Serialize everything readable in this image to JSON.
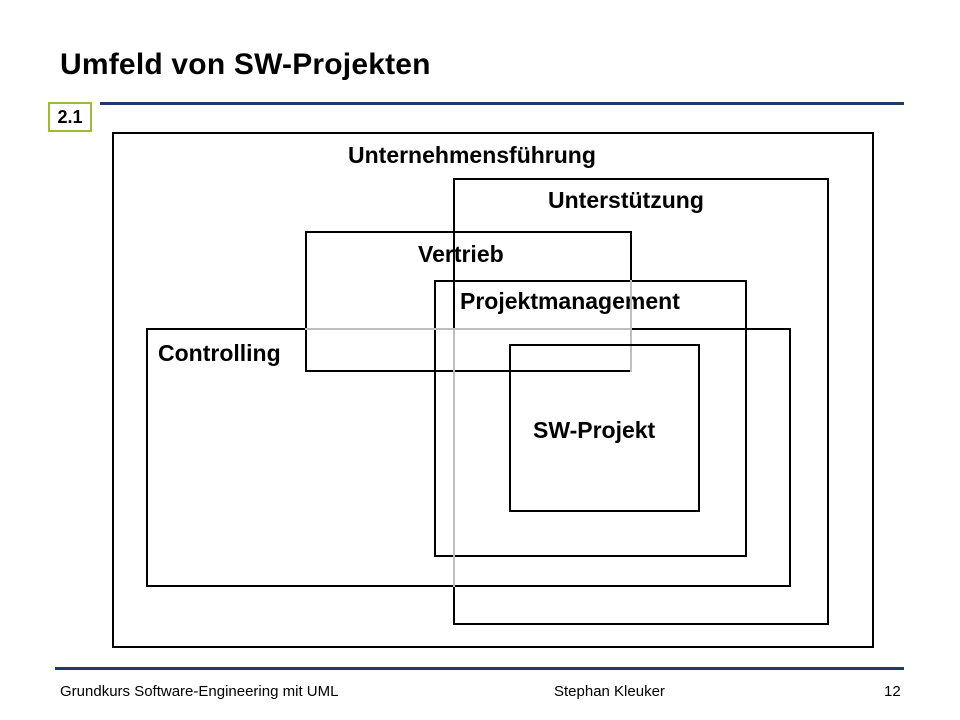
{
  "slide": {
    "title": "Umfeld von SW-Projekten",
    "section": "2.1"
  },
  "diagram": {
    "boxes": {
      "unternehmensfuehrung": "Unternehmensführung",
      "unterstuetzung": "Unterstützung",
      "vertrieb": "Vertrieb",
      "projektmanagement": "Projektmanagement",
      "controlling": "Controlling",
      "sw_projekt": "SW-Projekt"
    }
  },
  "footer": {
    "course": "Grundkurs Software-Engineering mit UML",
    "author": "Stephan Kleuker",
    "page": "12"
  },
  "colors": {
    "rule": "#1f3a6e",
    "section_badge_border": "#9bbb3b",
    "overlap_line": "#bfbfbf"
  }
}
